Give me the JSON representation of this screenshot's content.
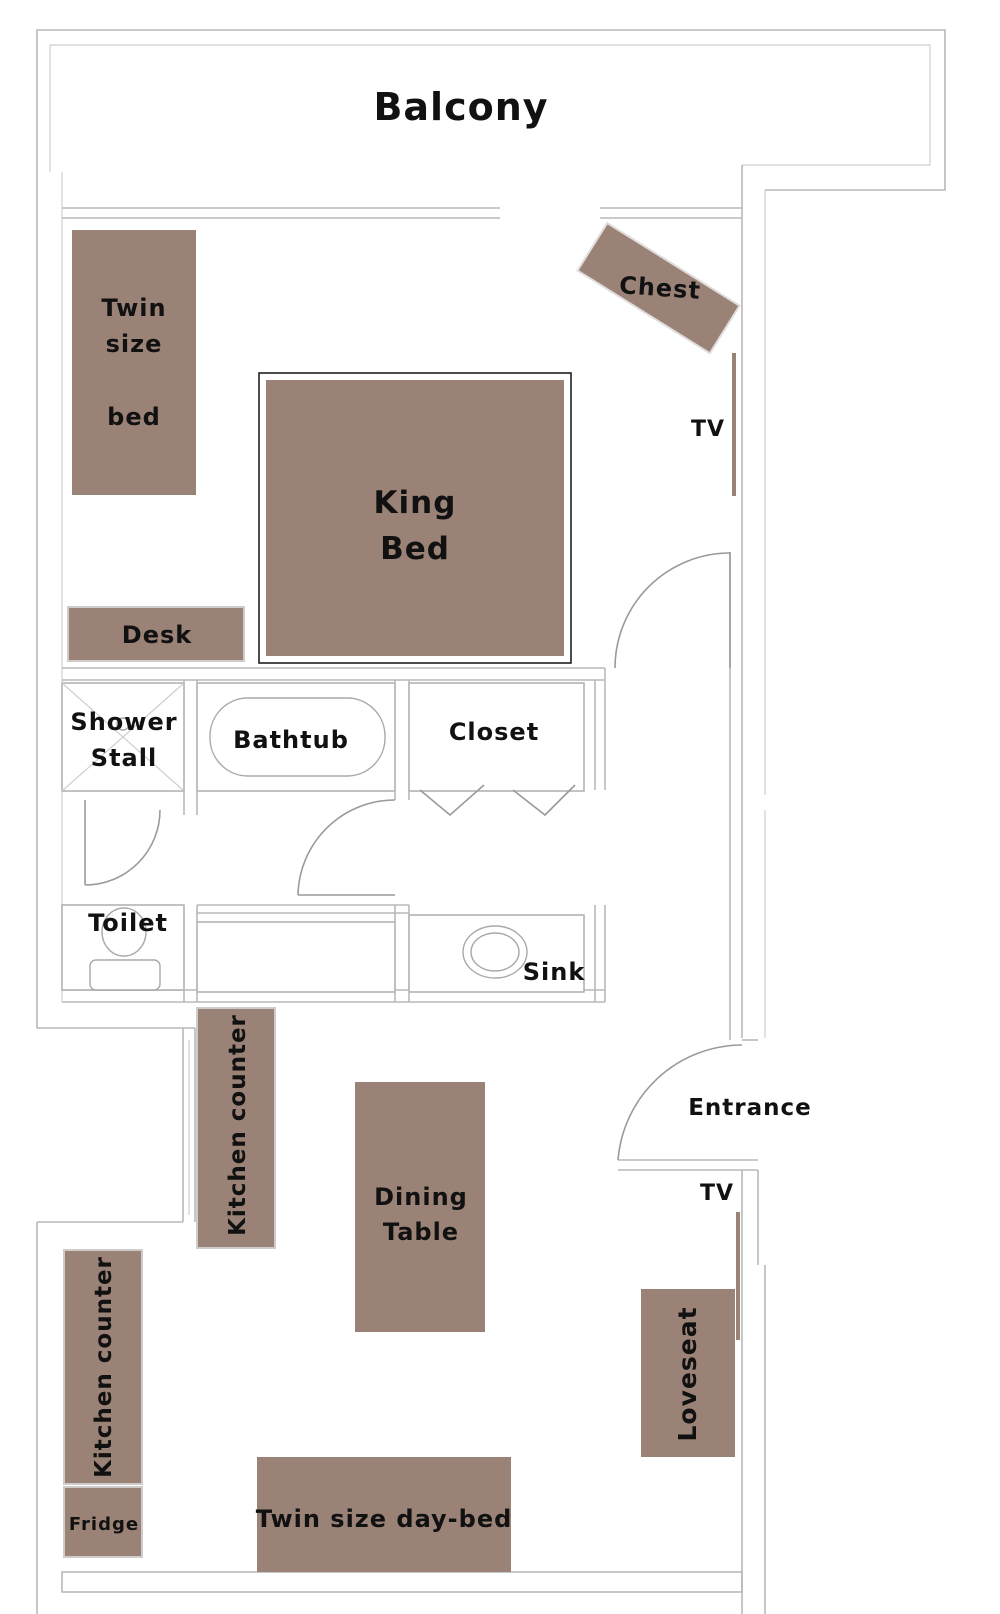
{
  "colors": {
    "furniture": "#9a8276",
    "wall": "#b9b9b9",
    "text": "#111111",
    "background": "#ffffff"
  },
  "labels": {
    "balcony": "Balcony",
    "twin_bed_line1": "Twin",
    "twin_bed_line2": "size",
    "twin_bed_line3": "bed",
    "chest": "Chest",
    "tv_bedroom": "TV",
    "king_bed_line1": "King",
    "king_bed_line2": "Bed",
    "desk": "Desk",
    "shower_line1": "Shower",
    "shower_line2": "Stall",
    "bathtub": "Bathtub",
    "closet": "Closet",
    "toilet": "Toilet",
    "sink": "Sink",
    "kitchen_counter_upper": "Kitchen counter",
    "dining_line1": "Dining",
    "dining_line2": "Table",
    "entrance": "Entrance",
    "tv_living": "TV",
    "loveseat": "Loveseat",
    "kitchen_counter_lower": "Kitchen counter",
    "fridge": "Fridge",
    "daybed": "Twin size day-bed"
  }
}
